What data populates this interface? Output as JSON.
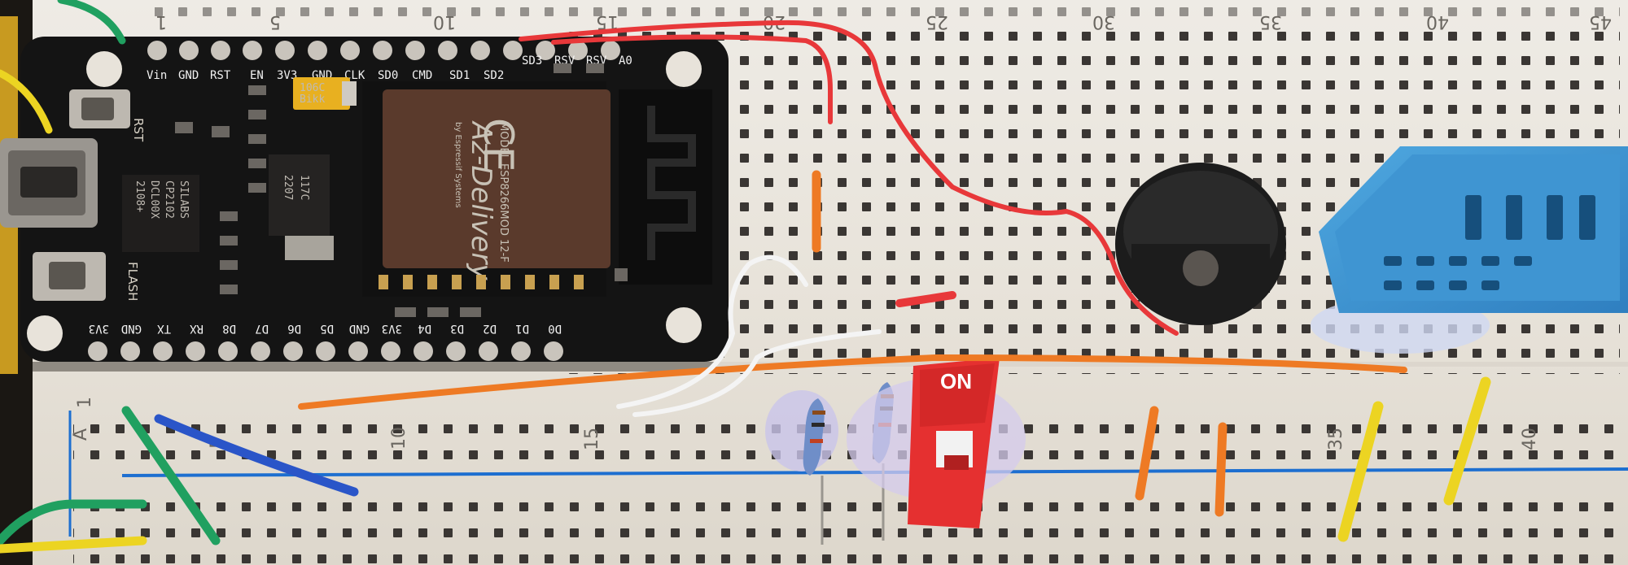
{
  "breadboard": {
    "top_row_numbers": [
      "1",
      "5",
      "10",
      "15",
      "20",
      "25",
      "30",
      "35",
      "40",
      "45"
    ],
    "bottom_row_numbers": [
      "1",
      "5",
      "10",
      "15",
      "35",
      "40"
    ],
    "row_letter": "A"
  },
  "mcu_board": {
    "top_pins": [
      "Vin",
      "GND",
      "RST",
      "EN",
      "3V3",
      "GND",
      "CLK",
      "SD0",
      "CMD",
      "SD1",
      "SD2",
      "SD3",
      "RSV",
      "RSV",
      "A0"
    ],
    "bottom_pins": [
      "3V3",
      "GND",
      "TX",
      "RX",
      "D8",
      "D7",
      "D6",
      "D5",
      "GND",
      "3V3",
      "D4",
      "D3",
      "D2",
      "D1",
      "D0"
    ],
    "brand": "Az-Delivery",
    "module_model": "MODEL ESP8266MOD 12-F",
    "module_vendor": "by Espressif Systems",
    "ce_mark": "CE",
    "rst_label": "RST",
    "flash_label": "FLASH",
    "usb_chip_text": [
      "SILABS",
      "CP2102",
      "DCL00X",
      "2108+"
    ],
    "regulator_text": [
      "117C",
      "2207"
    ],
    "capacitor_text": [
      "106C",
      "Bikk"
    ]
  },
  "dip_switch": {
    "label": "ON"
  },
  "colors": {
    "board": "#ece8e1",
    "pcb": "#141414",
    "module_shield": "#5a3a2c",
    "wire_red": "#e8383a",
    "wire_orange": "#ee7a24",
    "wire_green": "#20a060",
    "wire_blue": "#2a55c8",
    "wire_yellow": "#ecd422",
    "wire_white": "#f4f4f4",
    "sensor_blue": "#3f95d2",
    "switch_red": "#e53030",
    "rail_blue": "#1d6fd0"
  }
}
